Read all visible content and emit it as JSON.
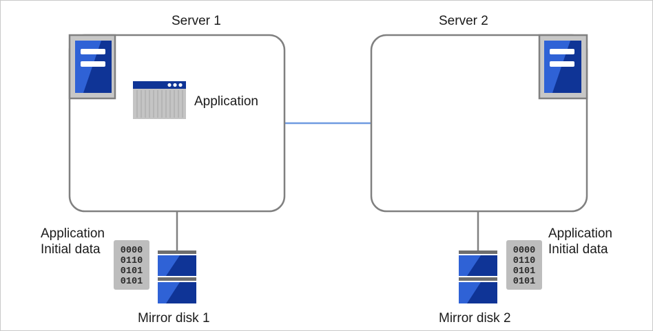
{
  "servers": [
    {
      "title": "Server 1"
    },
    {
      "title": "Server 2"
    }
  ],
  "application": {
    "label": "Application"
  },
  "initial_data": [
    {
      "line1": "Application",
      "line2": "Initial data"
    },
    {
      "line1": "Application",
      "line2": "Initial data"
    }
  ],
  "binary_rows": [
    "0000",
    "0110",
    "0101",
    "0101"
  ],
  "mirror_disks": [
    {
      "label": "Mirror disk 1"
    },
    {
      "label": "Mirror disk 2"
    }
  ],
  "colors": {
    "server_border": "#808080",
    "server_icon": "#2a56c6",
    "server_icon_dark": "#0f3496",
    "network_line": "#6f9be0",
    "doc_gray": "#bdbdbd"
  },
  "icons": {
    "server": "server-tower-icon",
    "application": "application-window-icon",
    "data": "binary-data-icon",
    "disk": "disk-stack-icon"
  }
}
